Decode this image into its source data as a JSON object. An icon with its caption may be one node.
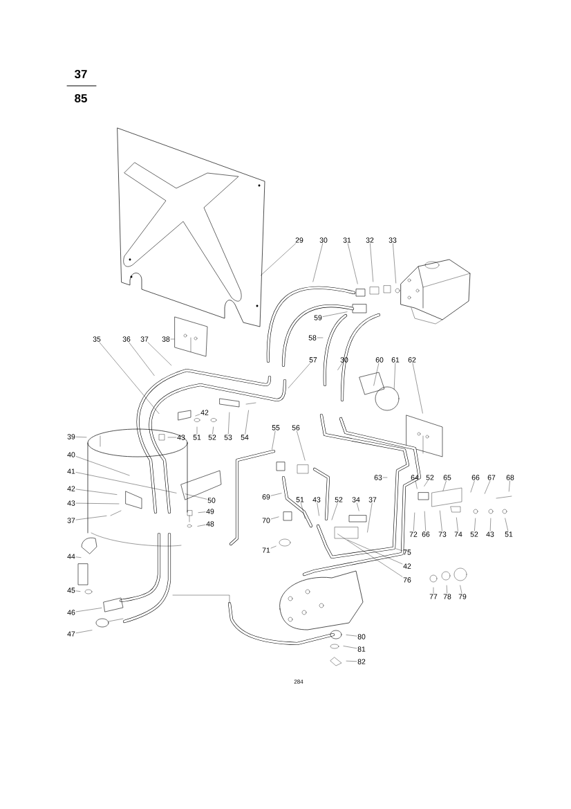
{
  "diagram": {
    "nodes": [
      {
        "text": [
          "29"
        ]
      },
      {
        "text": [
          "30"
        ]
      },
      {
        "text": [
          "31"
        ]
      },
      {
        "text": [
          "32"
        ]
      },
      {
        "text": [
          "33"
        ]
      },
      {
        "text": [
          "59"
        ]
      },
      {
        "text": [
          "58"
        ]
      },
      {
        "text": [
          "35"
        ]
      },
      {
        "text": [
          "36"
        ]
      },
      {
        "text": [
          "37"
        ]
      },
      {
        "text": [
          "38"
        ]
      },
      {
        "text": [
          "57"
        ]
      },
      {
        "text": [
          "30"
        ]
      },
      {
        "text": [
          "60"
        ]
      },
      {
        "text": [
          "61"
        ]
      },
      {
        "text": [
          "62"
        ]
      },
      {
        "text": [
          "42"
        ]
      },
      {
        "text": [
          "43"
        ]
      },
      {
        "text": [
          "51"
        ]
      },
      {
        "text": [
          "52"
        ]
      },
      {
        "text": [
          "53"
        ]
      },
      {
        "text": [
          "54"
        ]
      },
      {
        "text": [
          "55"
        ]
      },
      {
        "text": [
          "56"
        ]
      },
      {
        "text": [
          "39"
        ]
      },
      {
        "text": [
          "40"
        ]
      },
      {
        "text": [
          "41"
        ]
      },
      {
        "text": [
          "63"
        ]
      },
      {
        "text": [
          "64"
        ]
      },
      {
        "text": [
          "52"
        ]
      },
      {
        "text": [
          "65"
        ]
      },
      {
        "text": [
          "66"
        ]
      },
      {
        "text": [
          "67"
        ]
      },
      {
        "text": [
          "68"
        ]
      },
      {
        "text": [
          "42"
        ]
      },
      {
        "text": [
          "43"
        ]
      },
      {
        "text": [
          "69"
        ]
      },
      {
        "text": [
          "51"
        ]
      },
      {
        "text": [
          "43"
        ]
      },
      {
        "text": [
          "52"
        ]
      },
      {
        "text": [
          "34"
        ]
      },
      {
        "text": [
          "37"
        ]
      },
      {
        "text": [
          "50"
        ]
      },
      {
        "text": [
          "49"
        ]
      },
      {
        "text": [
          "37"
        ]
      },
      {
        "text": [
          "48"
        ]
      },
      {
        "text": [
          "70"
        ]
      },
      {
        "text": [
          "72"
        ]
      },
      {
        "text": [
          "66"
        ]
      },
      {
        "text": [
          "73"
        ]
      },
      {
        "text": [
          "74"
        ]
      },
      {
        "text": [
          "52"
        ]
      },
      {
        "text": [
          "43"
        ]
      },
      {
        "text": [
          "51"
        ]
      },
      {
        "text": [
          "71"
        ]
      },
      {
        "text": [
          "75"
        ]
      },
      {
        "text": [
          "44"
        ]
      },
      {
        "text": [
          "42"
        ]
      },
      {
        "text": [
          "76"
        ]
      },
      {
        "text": [
          "45"
        ]
      },
      {
        "text": [
          "77"
        ]
      },
      {
        "text": [
          "78"
        ]
      },
      {
        "text": [
          "79"
        ]
      },
      {
        "text": [
          "46"
        ]
      },
      {
        "text": [
          "47"
        ]
      },
      {
        "text": [
          "80"
        ]
      },
      {
        "text": [
          "81"
        ]
      },
      {
        "text": [
          "82"
        ]
      }
    ],
    "edges": [
      {
        "from": 0,
        "to": null,
        "arrow": "none"
      },
      {
        "from": 1,
        "to": null,
        "arrow": "none"
      },
      {
        "from": 2,
        "to": null,
        "arrow": "none"
      },
      {
        "from": 3,
        "to": null,
        "arrow": "none"
      },
      {
        "from": 4,
        "to": null,
        "arrow": "none"
      },
      {
        "from": 5,
        "to": null,
        "arrow": "none"
      },
      {
        "from": 6,
        "to": null,
        "arrow": "none"
      },
      {
        "from": 7,
        "to": null,
        "arrow": "none"
      },
      {
        "from": 8,
        "to": null,
        "arrow": "none"
      },
      {
        "from": 9,
        "to": null,
        "arrow": "none"
      },
      {
        "from": 10,
        "to": null,
        "arrow": "none"
      },
      {
        "from": 11,
        "to": null,
        "arrow": "none"
      },
      {
        "from": 12,
        "to": null,
        "arrow": "none"
      },
      {
        "from": 13,
        "to": null,
        "arrow": "none"
      },
      {
        "from": 14,
        "to": null,
        "arrow": "none"
      },
      {
        "from": 15,
        "to": null,
        "arrow": "none"
      },
      {
        "from": 16,
        "to": null,
        "arrow": "none"
      },
      {
        "from": 17,
        "to": null,
        "arrow": "none"
      },
      {
        "from": 18,
        "to": null,
        "arrow": "none"
      },
      {
        "from": 19,
        "to": null,
        "arrow": "none"
      },
      {
        "from": 20,
        "to": null,
        "arrow": "none"
      },
      {
        "from": 21,
        "to": null,
        "arrow": "none"
      },
      {
        "from": 22,
        "to": null,
        "arrow": "none"
      },
      {
        "from": 23,
        "to": null,
        "arrow": "none"
      },
      {
        "from": 24,
        "to": null,
        "arrow": "none"
      },
      {
        "from": 25,
        "to": null,
        "arrow": "none"
      },
      {
        "from": 26,
        "to": null,
        "arrow": "none"
      },
      {
        "from": 27,
        "to": null,
        "arrow": "none"
      },
      {
        "from": 28,
        "to": null,
        "arrow": "none"
      },
      {
        "from": 29,
        "to": null,
        "arrow": "none"
      },
      {
        "from": 30,
        "to": null,
        "arrow": "none"
      },
      {
        "from": 31,
        "to": null,
        "arrow": "none"
      },
      {
        "from": 32,
        "to": null,
        "arrow": "none"
      },
      {
        "from": 33,
        "to": null,
        "arrow": "none"
      },
      {
        "from": 34,
        "to": null,
        "arrow": "none"
      },
      {
        "from": 35,
        "to": null,
        "arrow": "none"
      },
      {
        "from": 36,
        "to": null,
        "arrow": "none"
      },
      {
        "from": 37,
        "to": null,
        "arrow": "none"
      },
      {
        "from": 38,
        "to": null,
        "arrow": "none"
      },
      {
        "from": 39,
        "to": null,
        "arrow": "none"
      },
      {
        "from": 40,
        "to": null,
        "arrow": "none"
      },
      {
        "from": 41,
        "to": null,
        "arrow": "none"
      },
      {
        "from": 42,
        "to": null,
        "arrow": "none"
      },
      {
        "from": 43,
        "to": null,
        "arrow": "none"
      },
      {
        "from": 44,
        "to": null,
        "arrow": "none"
      },
      {
        "from": 45,
        "to": null,
        "arrow": "none"
      },
      {
        "from": 46,
        "to": null,
        "arrow": "none"
      },
      {
        "from": 47,
        "to": null,
        "arrow": "none"
      },
      {
        "from": 48,
        "to": null,
        "arrow": "none"
      },
      {
        "from": 49,
        "to": null,
        "arrow": "none"
      },
      {
        "from": 50,
        "to": null,
        "arrow": "none"
      },
      {
        "from": 51,
        "to": null,
        "arrow": "none"
      },
      {
        "from": 52,
        "to": null,
        "arrow": "none"
      },
      {
        "from": 53,
        "to": null,
        "arrow": "none"
      },
      {
        "from": 54,
        "to": null,
        "arrow": "none"
      },
      {
        "from": 55,
        "to": null,
        "arrow": "none"
      },
      {
        "from": 56,
        "to": null,
        "arrow": "none"
      },
      {
        "from": 57,
        "to": null,
        "arrow": "none"
      },
      {
        "from": 58,
        "to": null,
        "arrow": "none"
      },
      {
        "from": 59,
        "to": null,
        "arrow": "none"
      },
      {
        "from": 60,
        "to": null,
        "arrow": "none"
      },
      {
        "from": 61,
        "to": null,
        "arrow": "none"
      },
      {
        "from": 62,
        "to": null,
        "arrow": "none"
      },
      {
        "from": 63,
        "to": null,
        "arrow": "none"
      },
      {
        "from": 64,
        "to": null,
        "arrow": "none"
      },
      {
        "from": 65,
        "to": null,
        "arrow": "none"
      },
      {
        "from": 66,
        "to": null,
        "arrow": "none"
      },
      {
        "from": 67,
        "to": null,
        "arrow": "none"
      }
    ],
    "labels": [
      "37",
      "85",
      "284"
    ]
  }
}
